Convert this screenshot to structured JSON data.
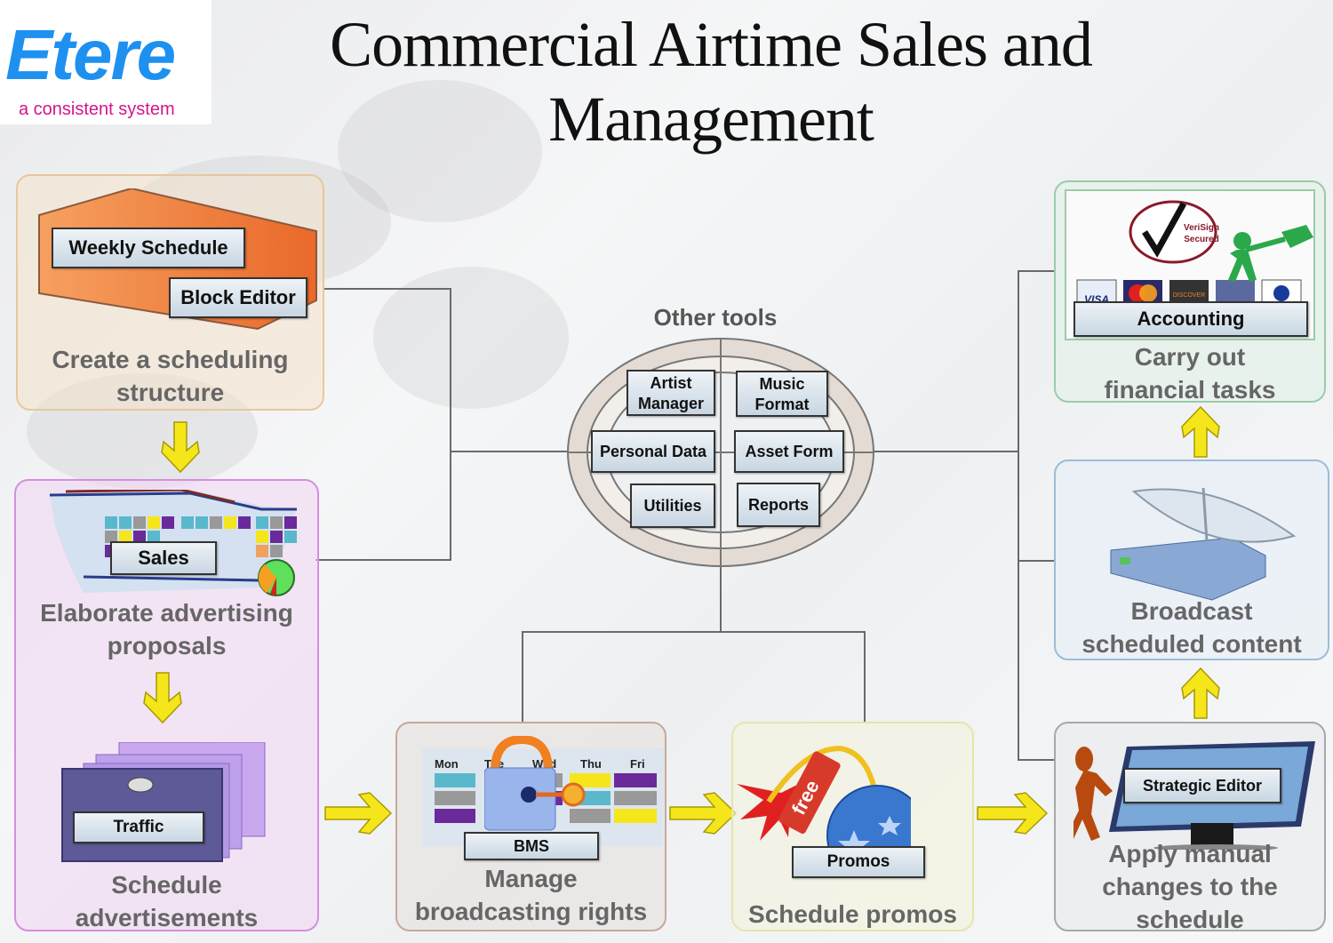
{
  "logo": {
    "wordmark": "Etere",
    "tagline": "a consistent system"
  },
  "title": {
    "line1": "Commercial Airtime Sales and",
    "line2": "Management"
  },
  "colors": {
    "brand_blue": "#1e90f0",
    "brand_magenta": "#d4148c",
    "arrow_yellow": "#f5e61c",
    "connector": "#666666"
  },
  "nodes": {
    "scheduling": {
      "tools": [
        "Weekly Schedule",
        "Block Editor"
      ],
      "caption_line1": "Create a scheduling",
      "caption_line2": "structure"
    },
    "sales": {
      "tool": "Sales",
      "caption_line1": "Elaborate advertising",
      "caption_line2": "proposals"
    },
    "traffic": {
      "tool": "Traffic",
      "caption_line1": "Schedule",
      "caption_line2": "advertisements"
    },
    "bms": {
      "tool": "BMS",
      "days": [
        "Mon",
        "Tue",
        "Wed",
        "Thu",
        "Fri"
      ],
      "caption_line1": "Manage",
      "caption_line2": "broadcasting rights"
    },
    "promos": {
      "tool": "Promos",
      "badge": "free",
      "caption_line1": "Schedule promos"
    },
    "strategic": {
      "tool": "Strategic Editor",
      "caption_line1": "Apply manual",
      "caption_line2": "changes to the",
      "caption_line3": "schedule"
    },
    "broadcast": {
      "caption_line1": "Broadcast",
      "caption_line2": "scheduled content"
    },
    "accounting": {
      "tool": "Accounting",
      "seal_line1": "VeriSign",
      "seal_line2": "Secured",
      "cards": [
        "VISA",
        "MasterCard",
        "DISCOVER",
        "AmEx",
        "Diners"
      ],
      "caption_line1": "Carry out",
      "caption_line2": "financial tasks"
    }
  },
  "other_tools": {
    "heading": "Other tools",
    "items": [
      {
        "line1": "Artist",
        "line2": "Manager"
      },
      {
        "line1": "Music",
        "line2": "Format"
      },
      {
        "line1": "Personal Data",
        "line2": ""
      },
      {
        "line1": "Asset Form",
        "line2": ""
      },
      {
        "line1": "Utilities",
        "line2": ""
      },
      {
        "line1": "Reports",
        "line2": ""
      }
    ]
  }
}
